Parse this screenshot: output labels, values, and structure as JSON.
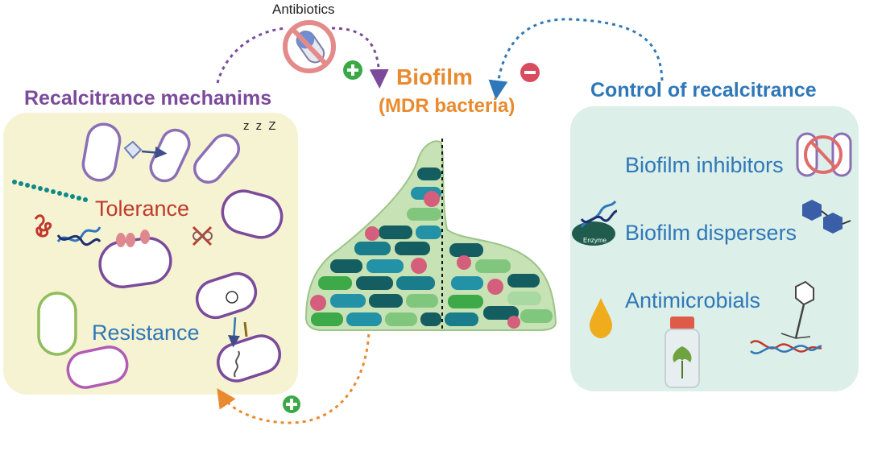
{
  "titles": {
    "left": "Recalcitrance mechanims",
    "right": "Control of recalcitrance",
    "center": "Biofilm",
    "center_sub": "(MDR bacteria)"
  },
  "labels": {
    "antibiotics": "Antibiotics",
    "tolerance": "Tolerance",
    "resistance": "Resistance",
    "biofilm_inhibitors": "Biofilm inhibitors",
    "biofilm_dispersers": "Biofilm dispersers",
    "antimicrobials": "Antimicrobials",
    "zzz": "z z Z",
    "enzyme": "Enzyme"
  },
  "signs": {
    "plus": "+",
    "minus": "−"
  },
  "colors": {
    "left_panel": "#f6f3d3",
    "right_panel": "#dcefe9",
    "purple": "#7b4a9b",
    "blue": "#2f78b8",
    "orange": "#e98a2e",
    "red": "#c0392b",
    "green_sign": "#3aa845",
    "red_sign": "#d94b5e"
  }
}
